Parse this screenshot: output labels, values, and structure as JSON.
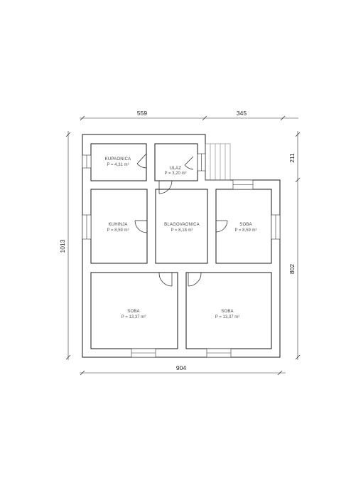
{
  "dimensions": {
    "top_left": "559",
    "top_right": "345",
    "bottom": "904",
    "left": "1013",
    "right_top": "211",
    "right_bottom": "802"
  },
  "rooms": [
    {
      "name": "KUPAONICA",
      "area": "P = 4,31 m²"
    },
    {
      "name": "ULAZ",
      "area": "P = 3,20 m²"
    },
    {
      "name": "KUHINJA",
      "area": "P = 8,59 m²"
    },
    {
      "name": "BLAGOVAONICA",
      "area": "P = 8,18 m²"
    },
    {
      "name": "SOBA",
      "area": "P = 8,59 m²"
    },
    {
      "name": "SOBA",
      "area": "P = 13,37 m²"
    },
    {
      "name": "SOBA",
      "area": "P = 13,37 m²"
    }
  ]
}
